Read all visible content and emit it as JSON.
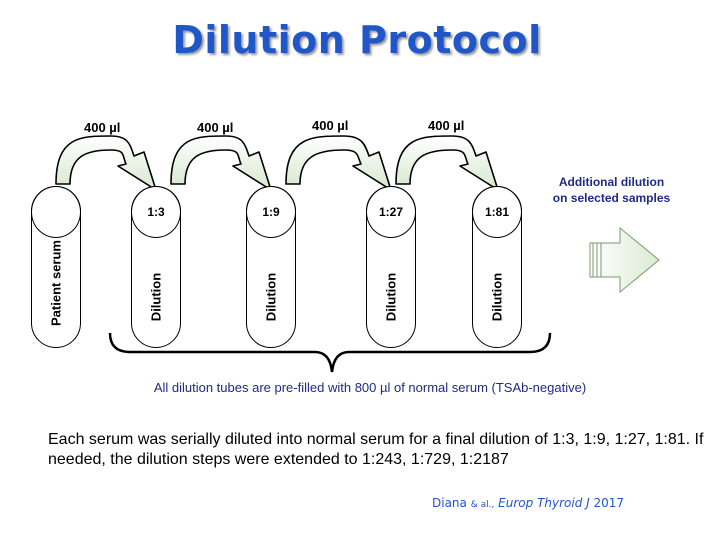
{
  "title": "Dilution Protocol",
  "transfer_volumes": [
    "400 µl",
    "400 µl",
    "400 µl",
    "400 µl"
  ],
  "tubes": [
    {
      "cap": "",
      "label": "Patient serum"
    },
    {
      "cap": "1:3",
      "label": "Dilution"
    },
    {
      "cap": "1:9",
      "label": "Dilution"
    },
    {
      "cap": "1:27",
      "label": "Dilution"
    },
    {
      "cap": "1:81",
      "label": "Dilution"
    }
  ],
  "additional_note": [
    "Additional dilution",
    "on selected samples"
  ],
  "prefill_note": "All dilution tubes are pre-filled with 800 µl of normal serum (TSAb-negative)",
  "summary": "Each serum was serially diluted into normal serum for a final dilution of 1:3, 1:9, 1:27, 1:81. If needed, the dilution steps were extended to 1:243, 1:729, 1:2187",
  "citation": {
    "authors": "Diana",
    "etal": "& al.,",
    "journal": "Europ Thyroid J",
    "year": "2017"
  },
  "colors": {
    "title": "#1f57c9",
    "note_text": "#1f2a8c",
    "arrow_fill": "#eaf3e6"
  }
}
